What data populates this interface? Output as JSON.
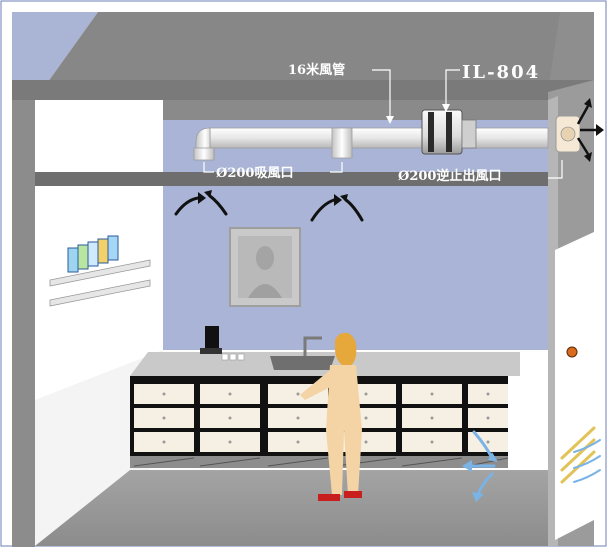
{
  "labels": {
    "duct": "16米風管",
    "fan_model": "IL-804",
    "intake": "Ø200吸風口",
    "outlet": "Ø200逆止出風口"
  },
  "colors": {
    "back_wall": "#a9b4d6",
    "ceiling_top": "#9ea8c9",
    "gray_structure": "#8a8a8a",
    "dark_gray": "#6e6e6e",
    "floor": "#9a9a9a",
    "cabinet": "#f6efe4",
    "cabinet_frame": "#1a1a1a",
    "person_skin": "#f2c98a",
    "person_hair": "#e6a83a",
    "person_shoes": "#c81e1e",
    "airflow_black": "#111111",
    "airflow_blue": "#7ab3e6",
    "airflow_yellow": "#e2c35a"
  },
  "icons": {
    "fan": "inline-duct-fan-icon",
    "painting": "mona-lisa-painting",
    "vent_outlet": "wall-vent-outlet-icon"
  }
}
